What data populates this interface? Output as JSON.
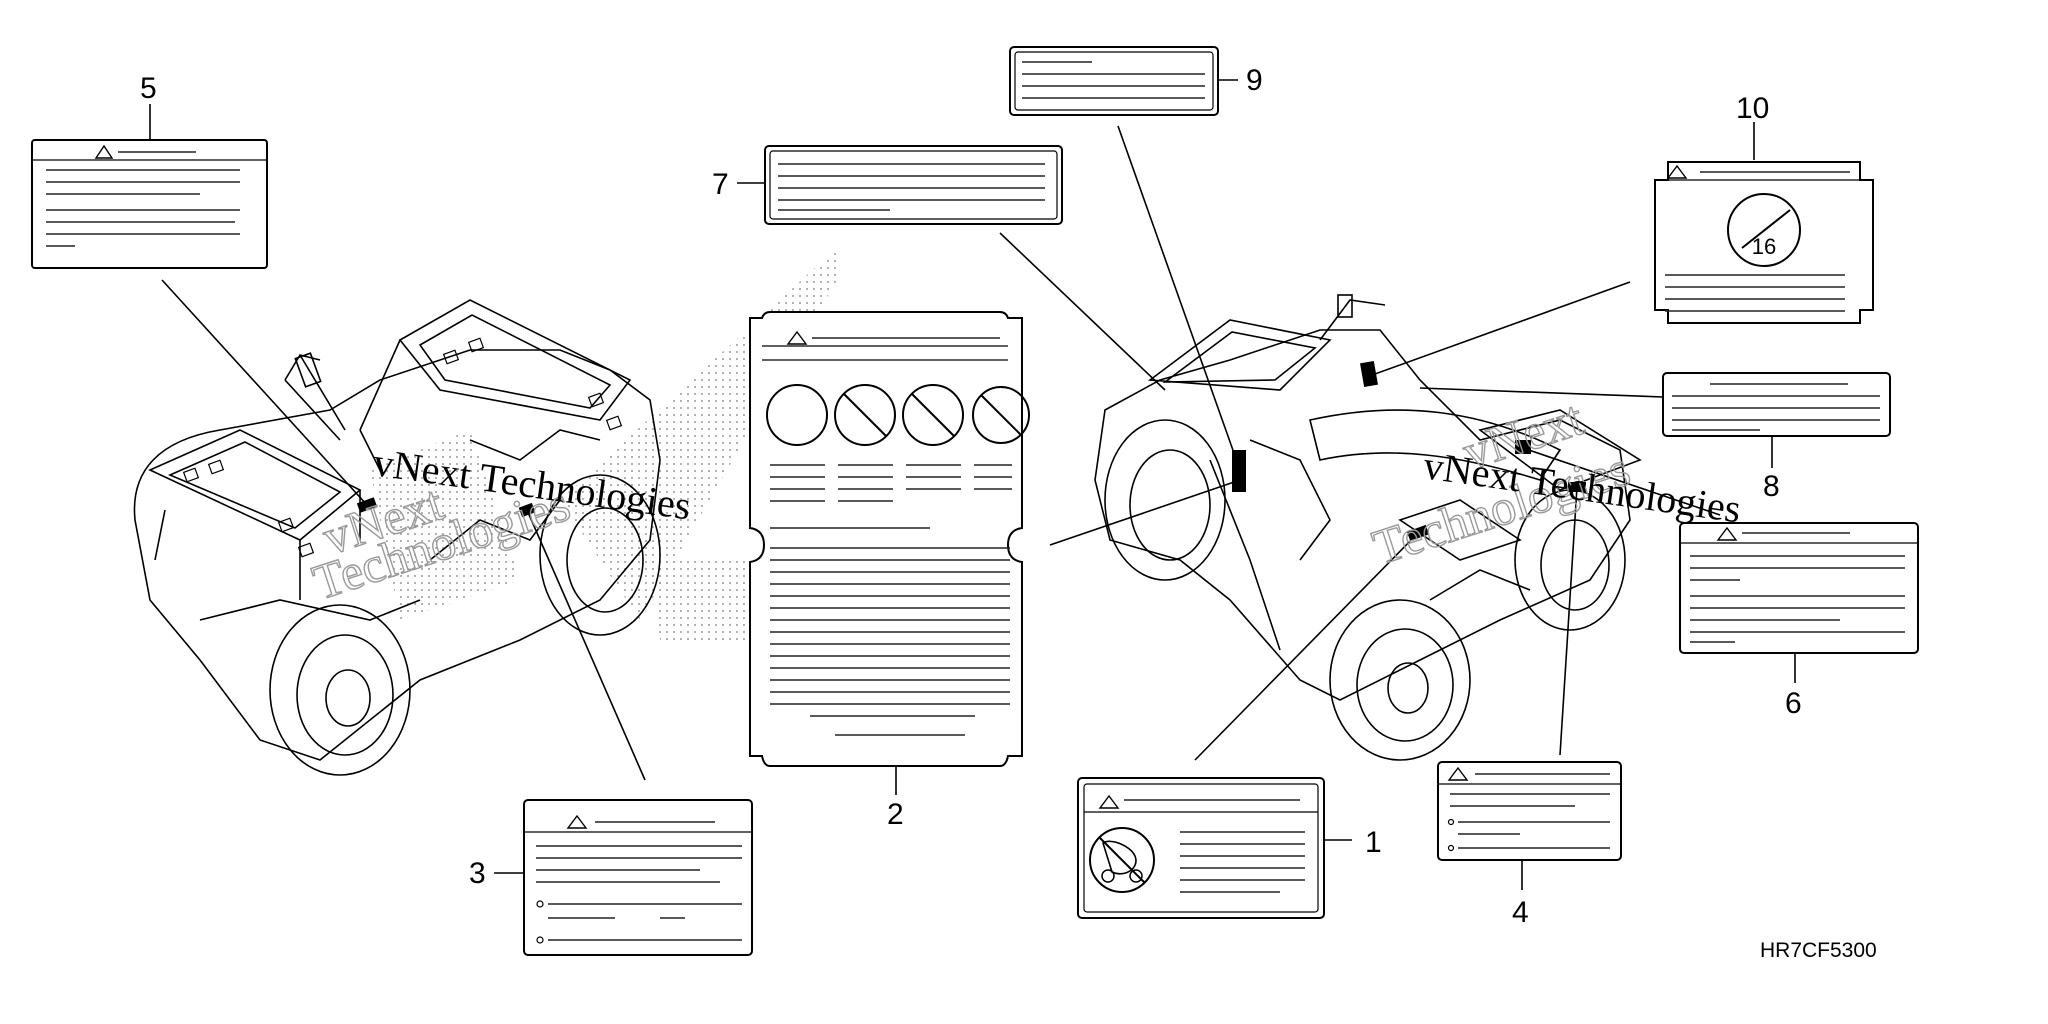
{
  "diagram": {
    "callouts": [
      {
        "id": "c1",
        "text": "1"
      },
      {
        "id": "c2",
        "text": "2"
      },
      {
        "id": "c3",
        "text": "3"
      },
      {
        "id": "c4",
        "text": "4"
      },
      {
        "id": "c5",
        "text": "5"
      },
      {
        "id": "c6",
        "text": "6"
      },
      {
        "id": "c7",
        "text": "7"
      },
      {
        "id": "c8",
        "text": "8"
      },
      {
        "id": "c9",
        "text": "9"
      },
      {
        "id": "c10",
        "text": "10"
      }
    ],
    "part_code": "HR7CF5300",
    "watermarks": [
      {
        "text": "vNext Technologies"
      },
      {
        "text": "vNext Technologies"
      }
    ],
    "label_10_badge": "16"
  }
}
